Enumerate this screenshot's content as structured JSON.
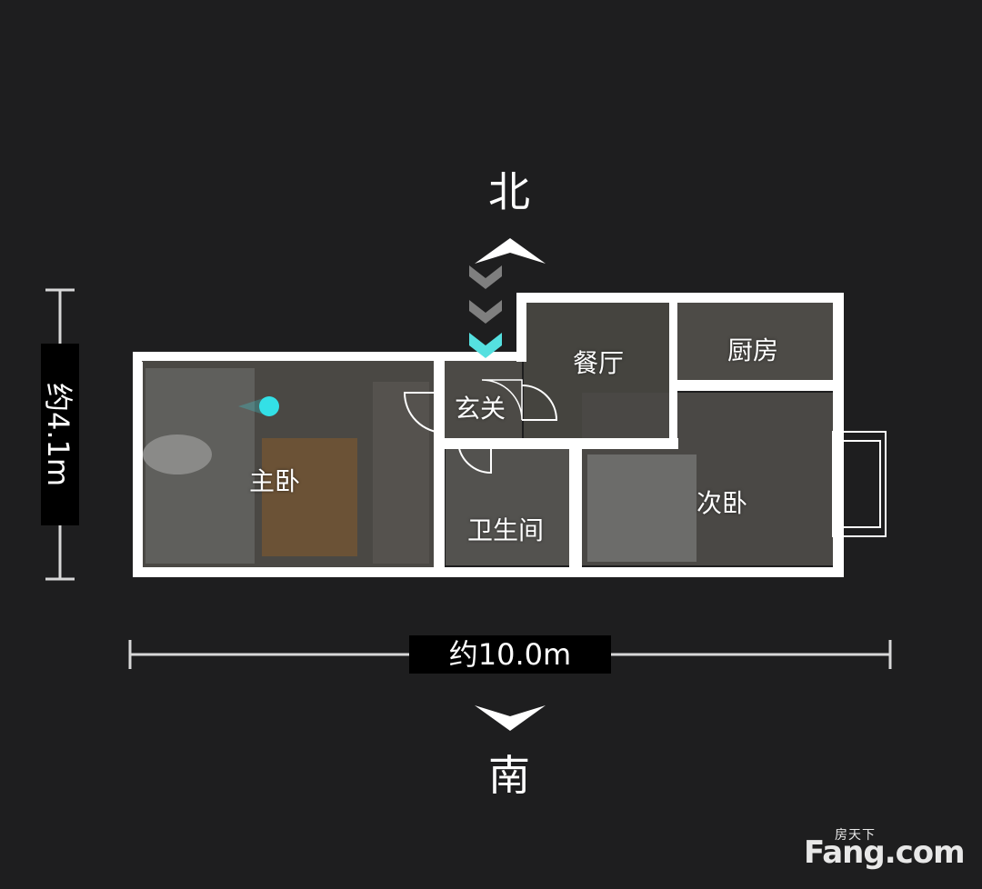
{
  "compass": {
    "north": "北",
    "south": "南"
  },
  "rooms": {
    "master_bedroom": "主卧",
    "entrance": "玄关",
    "dining_room": "餐厅",
    "kitchen": "厨房",
    "bathroom": "卫生间",
    "second_bedroom": "次卧"
  },
  "dimensions": {
    "width": "约10.0m",
    "height": "约4.1m"
  },
  "logo": {
    "small": "房天下",
    "main": "Fang.com"
  },
  "colors": {
    "background": "#1e1e1f",
    "wall": "#ffffff",
    "marker": "#33e0e6",
    "chevron_active": "#55e0e0",
    "chevron_inactive": "#8a8a8a"
  }
}
